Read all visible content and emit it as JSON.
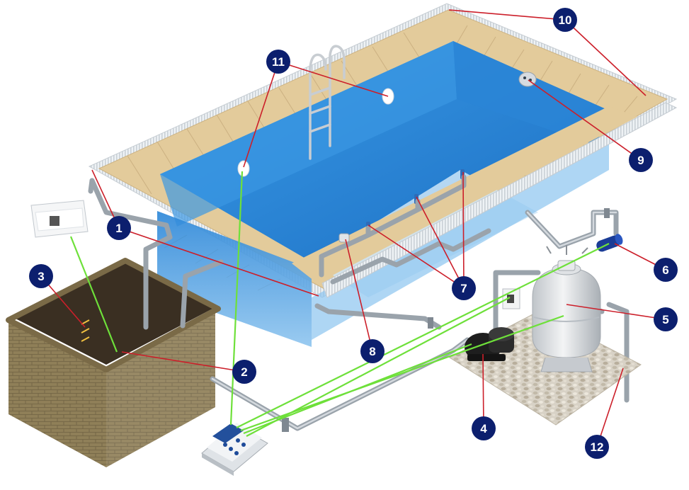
{
  "diagram": {
    "callouts": [
      {
        "id": "c1",
        "label": "1",
        "color": "#0c1f6e"
      },
      {
        "id": "c2",
        "label": "2",
        "color": "#0c1f6e"
      },
      {
        "id": "c3",
        "label": "3",
        "color": "#0c1f6e"
      },
      {
        "id": "c4",
        "label": "4",
        "color": "#0c1f6e"
      },
      {
        "id": "c5",
        "label": "5",
        "color": "#0c1f6e"
      },
      {
        "id": "c6",
        "label": "6",
        "color": "#0c1f6e"
      },
      {
        "id": "c7",
        "label": "7",
        "color": "#0c1f6e"
      },
      {
        "id": "c8",
        "label": "8",
        "color": "#0c1f6e"
      },
      {
        "id": "c9",
        "label": "9",
        "color": "#0c1f6e"
      },
      {
        "id": "c10",
        "label": "10",
        "color": "#0c1f6e"
      },
      {
        "id": "c11",
        "label": "11",
        "color": "#0c1f6e"
      },
      {
        "id": "c12",
        "label": "12",
        "color": "#0c1f6e"
      }
    ],
    "colors": {
      "water": "#2b8ad8",
      "pool_wall": "#1f7fd6",
      "coping_tile": "#e2c99a",
      "grating": "#e9eef2",
      "brick": "#8a7a55",
      "pipe": "#9aa3ab",
      "leader_red": "#cc1f2a",
      "leader_green": "#6ee03a",
      "pump": "#222222",
      "filter": "#d9dcdf"
    }
  }
}
